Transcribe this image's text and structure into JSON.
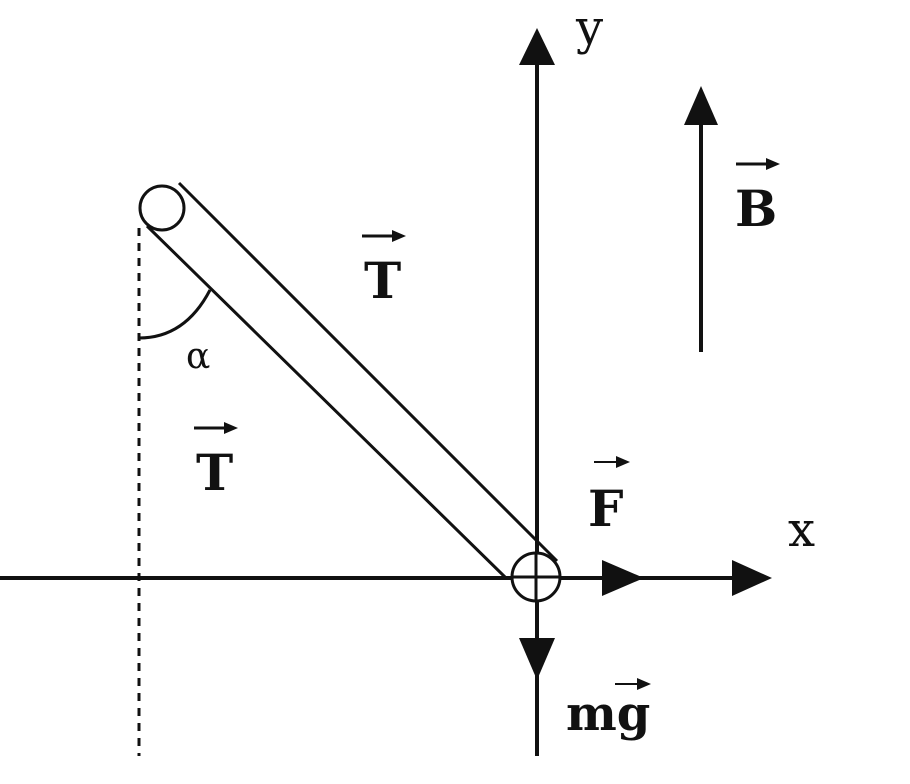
{
  "diagram": {
    "axis_x_label": "x",
    "axis_y_label": "y",
    "angle_label": "α",
    "field_label": "B",
    "tension_label": "T",
    "tension_label_lower": "T",
    "force_label": "F",
    "gravity_label": "mg",
    "colors": {
      "ink": "#111111",
      "background": "#ffffff"
    }
  }
}
